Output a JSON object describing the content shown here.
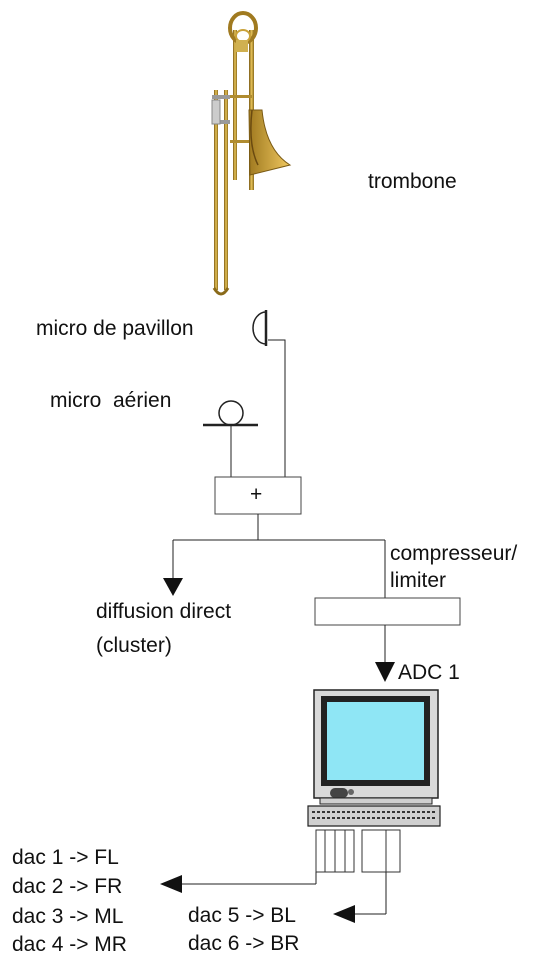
{
  "labels": {
    "trombone": "trombone",
    "micro_pavillon": "micro de pavillon",
    "micro_aerien": "micro  aérien",
    "mixer": "+",
    "compressor_line1": "compresseur/",
    "compressor_line2": "limiter",
    "diffusion_line1": "diffusion direct",
    "diffusion_line2": "(cluster)",
    "adc": "ADC 1"
  },
  "dac_left": [
    "dac 1 -> FL",
    "dac 2 -> FR",
    "dac 3 -> ML",
    "dac 4 -> MR"
  ],
  "dac_right": [
    "dac 5 -> BL",
    "dac 6 -> BR"
  ],
  "colors": {
    "line": "#222222",
    "screen": "#8fe6f5",
    "monitor_body": "#d9d9d9",
    "brass": "#c9a23a"
  }
}
